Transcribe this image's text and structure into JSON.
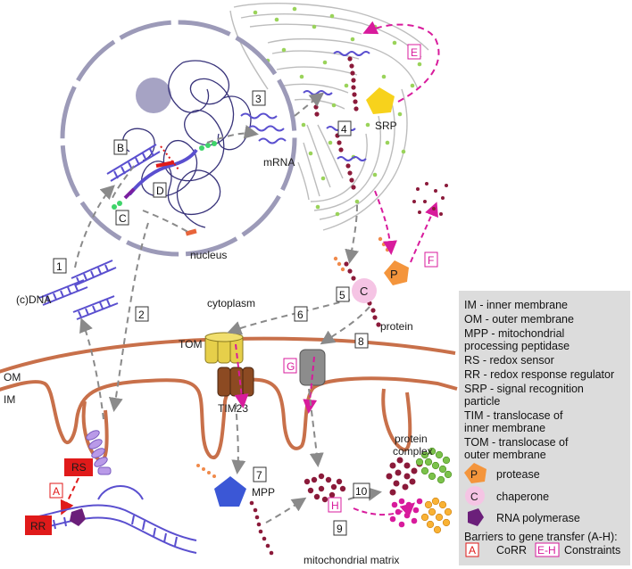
{
  "labels": {
    "nucleus": "nucleus",
    "cytoplasm": "cytoplasm",
    "mrna": "mRNA",
    "cdna": "(c)DNA",
    "protein": "protein",
    "protein_complex_line1": "protein",
    "protein_complex_line2": "complex",
    "mito_matrix": "mitochondrial matrix",
    "om": "OM",
    "im": "IM",
    "tom": "TOM",
    "tim23": "TIM23",
    "mpp": "MPP",
    "srp": "SRP",
    "rs": "RS",
    "rr": "RR",
    "protease_letter": "P",
    "chaperone_letter": "C"
  },
  "steps": [
    "1",
    "2",
    "3",
    "4",
    "5",
    "6",
    "7",
    "8",
    "9",
    "10"
  ],
  "barriers": {
    "A": "A",
    "B": "B",
    "C": "C",
    "D": "D",
    "E": "E",
    "F": "F",
    "G": "G",
    "H": "H"
  },
  "legend": {
    "definitions": [
      "IM - inner membrane",
      "OM - outer membrane",
      "MPP - mitochondrial",
      "processing peptidase",
      "RS - redox sensor",
      "RR - redox response regulator",
      "SRP - signal recognition",
      "particle",
      "TIM - translocase of",
      "inner membrane",
      "TOM - translocase of",
      "outer membrane"
    ],
    "icons": {
      "protease": "protease",
      "protease_letter": "P",
      "chaperone": "chaperone",
      "chaperone_letter": "C",
      "rna_pol": "RNA polymerase"
    },
    "barriers_title": "Barriers to gene transfer (A-H):",
    "corr_box": "A",
    "corr": "CoRR",
    "constraints_box": "E-H",
    "constraints": "Constraints"
  },
  "colors": {
    "membrane": "#c8704a",
    "nucleus_envelope": "#9c9ab8",
    "dna": "#5a4fcf",
    "protein": "#8b1a3a",
    "magenta": "#d81b9c",
    "protease": "#f4953c",
    "chaperone": "#f5c4e4",
    "rna_pol": "#6b1f7a",
    "srp": "#f7d21c",
    "tom": "#e6cf4a",
    "tim": "#8c4a22",
    "mpp": "#3b57d6",
    "legend_bg": "#dcdcdc",
    "red_box": "#e01a1a"
  }
}
